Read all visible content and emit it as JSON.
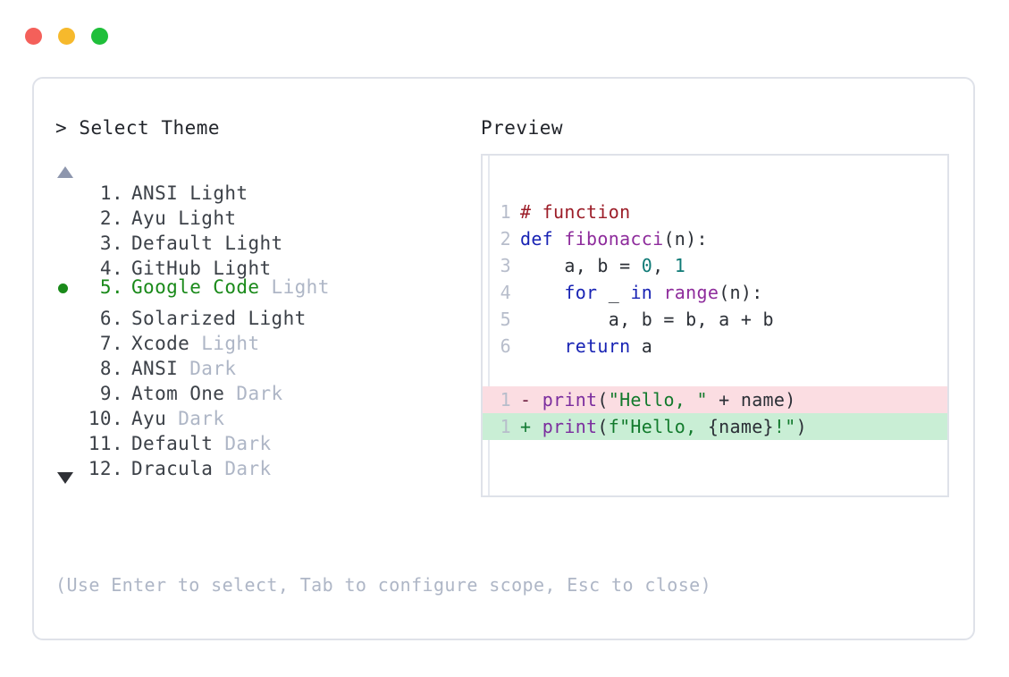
{
  "window": {
    "traffic_lights": [
      {
        "name": "close-button",
        "color": "#f4605a"
      },
      {
        "name": "minimize-button",
        "color": "#f6b92c"
      },
      {
        "name": "maximize-button",
        "color": "#1fbf3a"
      }
    ]
  },
  "chooser": {
    "prompt_marker": ">",
    "prompt_label": "Select Theme",
    "scroll_up_icon": "triangle-up-icon",
    "scroll_down_icon": "triangle-down-icon",
    "selected_index": 5,
    "selected_bullet": "●",
    "separator": ".",
    "items": [
      {
        "index": "1.",
        "name": "ANSI",
        "variant": "Light",
        "variant_muted": false,
        "selected": false
      },
      {
        "index": "2.",
        "name": "Ayu",
        "variant": "Light",
        "variant_muted": false,
        "selected": false
      },
      {
        "index": "3.",
        "name": "Default",
        "variant": "Light",
        "variant_muted": false,
        "selected": false
      },
      {
        "index": "4.",
        "name": "GitHub",
        "variant": "Light",
        "variant_muted": false,
        "selected": false
      },
      {
        "index": "5.",
        "name": "Google Code",
        "variant": "Light",
        "variant_muted": true,
        "selected": true
      },
      {
        "index": "6.",
        "name": "Solarized",
        "variant": "Light",
        "variant_muted": false,
        "selected": false
      },
      {
        "index": "7.",
        "name": "Xcode",
        "variant": "Light",
        "variant_muted": true,
        "selected": false
      },
      {
        "index": "8.",
        "name": "ANSI",
        "variant": "Dark",
        "variant_muted": true,
        "selected": false
      },
      {
        "index": "9.",
        "name": "Atom One",
        "variant": "Dark",
        "variant_muted": true,
        "selected": false
      },
      {
        "index": "10.",
        "name": "Ayu",
        "variant": "Dark",
        "variant_muted": true,
        "selected": false
      },
      {
        "index": "11.",
        "name": "Default",
        "variant": "Dark",
        "variant_muted": true,
        "selected": false
      },
      {
        "index": "12.",
        "name": "Dracula",
        "variant": "Dark",
        "variant_muted": true,
        "selected": false
      }
    ]
  },
  "hint": "(Use Enter to select, Tab to configure scope, Esc to close)",
  "preview": {
    "label": "Preview",
    "code_lines": [
      {
        "num": "1",
        "kind": "code",
        "tokens": [
          {
            "t": "# function",
            "c": "tok-com"
          }
        ]
      },
      {
        "num": "2",
        "kind": "code",
        "tokens": [
          {
            "t": "def ",
            "c": "tok-kw"
          },
          {
            "t": "fibonacci",
            "c": "tok-fn"
          },
          {
            "t": "(n):",
            "c": "tok-pl"
          }
        ]
      },
      {
        "num": "3",
        "kind": "code",
        "tokens": [
          {
            "t": "    a, b = ",
            "c": "tok-pl"
          },
          {
            "t": "0",
            "c": "tok-num"
          },
          {
            "t": ", ",
            "c": "tok-pl"
          },
          {
            "t": "1",
            "c": "tok-num"
          }
        ]
      },
      {
        "num": "4",
        "kind": "code",
        "tokens": [
          {
            "t": "    ",
            "c": "tok-pl"
          },
          {
            "t": "for",
            "c": "tok-kw"
          },
          {
            "t": " _ ",
            "c": "tok-pl"
          },
          {
            "t": "in",
            "c": "tok-kw"
          },
          {
            "t": " ",
            "c": "tok-pl"
          },
          {
            "t": "range",
            "c": "tok-fn"
          },
          {
            "t": "(n):",
            "c": "tok-pl"
          }
        ]
      },
      {
        "num": "5",
        "kind": "code",
        "tokens": [
          {
            "t": "        a, b = b, a + b",
            "c": "tok-pl"
          }
        ]
      },
      {
        "num": "6",
        "kind": "code",
        "tokens": [
          {
            "t": "    ",
            "c": "tok-pl"
          },
          {
            "t": "return",
            "c": "tok-kw"
          },
          {
            "t": " a",
            "c": "tok-pl"
          }
        ]
      },
      {
        "num": "",
        "kind": "blank",
        "tokens": []
      },
      {
        "num": "1",
        "kind": "diff-del",
        "tokens": [
          {
            "t": "- ",
            "c": "tok-del"
          },
          {
            "t": "print",
            "c": "tok-call"
          },
          {
            "t": "(",
            "c": "tok-pl"
          },
          {
            "t": "\"Hello, \"",
            "c": "tok-str"
          },
          {
            "t": " + name)",
            "c": "tok-pl"
          }
        ]
      },
      {
        "num": "1",
        "kind": "diff-add",
        "tokens": [
          {
            "t": "+ ",
            "c": "tok-add"
          },
          {
            "t": "print",
            "c": "tok-call"
          },
          {
            "t": "(",
            "c": "tok-pl"
          },
          {
            "t": "f\"Hello, ",
            "c": "tok-str"
          },
          {
            "t": "{name}",
            "c": "tok-pl"
          },
          {
            "t": "!\"",
            "c": "tok-str"
          },
          {
            "t": ")",
            "c": "tok-pl"
          }
        ]
      }
    ]
  },
  "colors": {
    "accent_selected": "#1a8a1a",
    "muted_text": "#aeb6c6",
    "border": "#dfe2e9",
    "diff_delete_bg": "#fbdde2",
    "diff_add_bg": "#c9eed5"
  }
}
